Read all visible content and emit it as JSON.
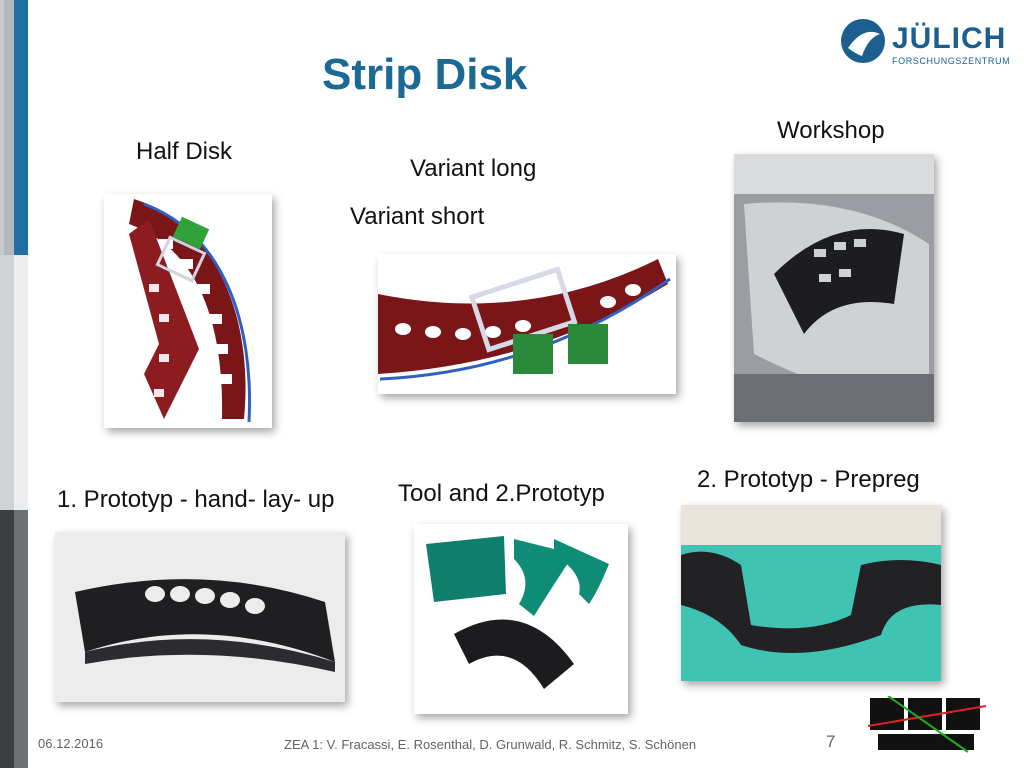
{
  "slide": {
    "title": "Strip Disk",
    "labels": {
      "half_disk": "Half Disk",
      "variant_long": "Variant long",
      "variant_short": "Variant short",
      "workshop": "Workshop",
      "prototype_1": "1. Prototyp - hand- lay- up",
      "tool_prototype_2": "Tool and 2.Prototyp",
      "prototype_2": "2. Prototyp - Prepreg"
    }
  },
  "logo": {
    "name": "JÜLICH",
    "subtitle": "FORSCHUNGSZENTRUM"
  },
  "footer": {
    "date": "06.12.2016",
    "authors": "ZEA 1:  V. Fracassi, E. Rosenthal, D. Grunwald, R. Schmitz, S. Schönen",
    "page": "7"
  },
  "colors": {
    "title": "#1a6a95",
    "accent_bar": "#1f6fa5",
    "disk_red": "#7a1518",
    "tool_green": "#0e7f6c"
  }
}
